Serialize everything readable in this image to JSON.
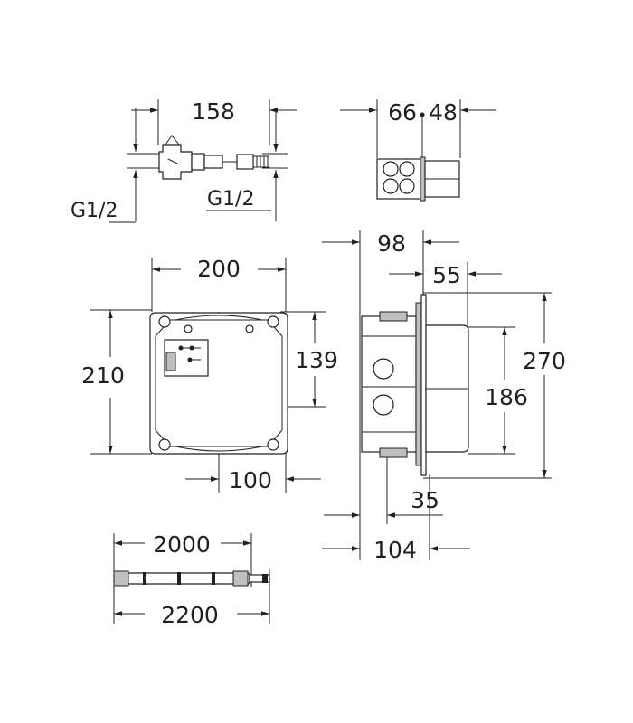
{
  "dimensions": {
    "hose_length": "158",
    "thread_left": "G1/2",
    "thread_right": "G1/2",
    "depth_66": "66",
    "depth_48": "48",
    "box_width": "200",
    "box_height": "210",
    "box_inner": "139",
    "box_center": "100",
    "side_98": "98",
    "side_55": "55",
    "side_270": "270",
    "side_186": "186",
    "side_35": "35",
    "side_104": "104",
    "cable_2000": "2000",
    "cable_2200": "2200"
  }
}
